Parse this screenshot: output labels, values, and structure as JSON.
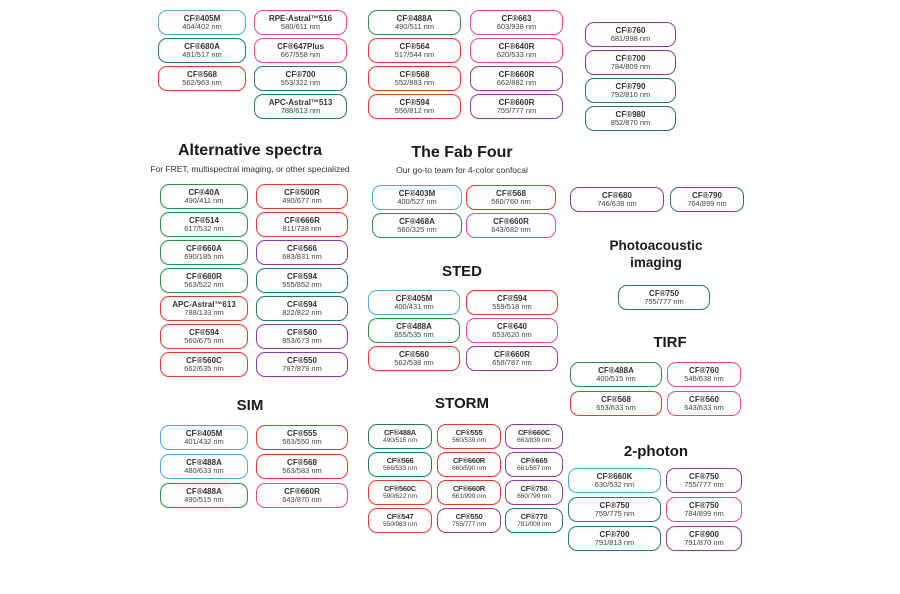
{
  "page": {
    "background": "#ffffff"
  },
  "palette": {
    "blue": "#4FA8DC",
    "green": "#2E8B50",
    "teal": "#217A6E",
    "red": "#E2392F",
    "pink": "#E8488F",
    "purple": "#8A3E9C"
  },
  "chart_data": {
    "type": "table",
    "description": "CF dye fluorophore selection chart grouped by imaging application; each entry shows dye name and excitation/emission wavelengths in nm",
    "sections": [
      {
        "id": "top",
        "title": "",
        "columns": [
          [
            {
              "name": "CF®405M",
              "ex_em": "404/402 nm",
              "color": "blue"
            },
            {
              "name": "CF®680A",
              "ex_em": "491/517 nm",
              "color": "teal"
            },
            {
              "name": "CF®568",
              "ex_em": "562/963 nm",
              "color": "red"
            }
          ],
          [
            {
              "name": "RPE-Astral™516",
              "ex_em": "580/611 nm",
              "color": "pink"
            },
            {
              "name": "CF®647Plus",
              "ex_em": "667/558 nm",
              "color": "pink"
            },
            {
              "name": "CF®700",
              "ex_em": "553/322 nm",
              "color": "teal"
            },
            {
              "name": "APC-Astral™513",
              "ex_em": "788/613 nm",
              "color": "teal"
            }
          ],
          [
            {
              "name": "CF®488A",
              "ex_em": "490/511 nm",
              "color": "green"
            },
            {
              "name": "CF®564",
              "ex_em": "517/544 nm",
              "color": "red"
            },
            {
              "name": "CF®568",
              "ex_em": "552/883 nm",
              "color": "red"
            },
            {
              "name": "CF®594",
              "ex_em": "556/812 nm",
              "color": "red"
            }
          ],
          [
            {
              "name": "CF®663",
              "ex_em": "603/938 nm",
              "color": "pink"
            },
            {
              "name": "CF®640R",
              "ex_em": "620/533 nm",
              "color": "pink"
            },
            {
              "name": "CF®660R",
              "ex_em": "662/882 nm",
              "color": "purple"
            },
            {
              "name": "CF®660R",
              "ex_em": "755/777 nm",
              "color": "purple"
            }
          ],
          [
            {
              "name": "CF®760",
              "ex_em": "681/998 nm",
              "color": "purple"
            },
            {
              "name": "CF®700",
              "ex_em": "784/809 nm",
              "color": "purple"
            },
            {
              "name": "CF®790",
              "ex_em": "792/810 nm",
              "color": "teal"
            },
            {
              "name": "CF®980",
              "ex_em": "852/870 nm",
              "color": "teal"
            }
          ]
        ]
      },
      {
        "id": "alternative",
        "title": "Alternative spectra",
        "subtitle": "For FRET, multispectral imaging, or other specialized",
        "columns": [
          [
            {
              "name": "CF®40A",
              "ex_em": "490/411 nm",
              "color": "green"
            },
            {
              "name": "CF®514",
              "ex_em": "617/532 nm",
              "color": "green"
            },
            {
              "name": "CF®660A",
              "ex_em": "690/185 nm",
              "color": "green"
            },
            {
              "name": "CF®660R",
              "ex_em": "563/522 nm",
              "color": "green"
            },
            {
              "name": "APC-Astral™613",
              "ex_em": "788/133 nm",
              "color": "red"
            },
            {
              "name": "CF®594",
              "ex_em": "560/675 nm",
              "color": "red"
            },
            {
              "name": "CF®560C",
              "ex_em": "662/635 nm",
              "color": "red"
            }
          ],
          [
            {
              "name": "CF®500R",
              "ex_em": "490/677 nm",
              "color": "red"
            },
            {
              "name": "CF®666R",
              "ex_em": "811/738 nm",
              "color": "red"
            },
            {
              "name": "CF®566",
              "ex_em": "683/831 nm",
              "color": "purple"
            },
            {
              "name": "CF®594",
              "ex_em": "555/852 nm",
              "color": "teal"
            },
            {
              "name": "CF®594",
              "ex_em": "822/822 nm",
              "color": "teal"
            },
            {
              "name": "CF®560",
              "ex_em": "853/673 nm",
              "color": "purple"
            },
            {
              "name": "CF®550",
              "ex_em": "797/879 nm",
              "color": "purple"
            }
          ]
        ]
      },
      {
        "id": "fabfour",
        "title": "The Fab Four",
        "subtitle": "Our go-to team for 4-color confocal",
        "columns": [
          [
            {
              "name": "CF®403M",
              "ex_em": "400/527 nm",
              "color": "blue"
            },
            {
              "name": "CF®468A",
              "ex_em": "560/325 nm",
              "color": "green"
            }
          ],
          [
            {
              "name": "CF®568",
              "ex_em": "560/760 nm",
              "color": "red"
            },
            {
              "name": "CF®660R",
              "ex_em": "643/682 nm",
              "color": "pink"
            }
          ]
        ]
      },
      {
        "id": "sted",
        "title": "STED",
        "columns": [
          [
            {
              "name": "CF®405M",
              "ex_em": "400/431 nm",
              "color": "blue"
            },
            {
              "name": "CF®488A",
              "ex_em": "855/535 nm",
              "color": "green"
            },
            {
              "name": "CF®560",
              "ex_em": "562/538 nm",
              "color": "red"
            }
          ],
          [
            {
              "name": "CF®594",
              "ex_em": "559/518 nm",
              "color": "red"
            },
            {
              "name": "CF®640",
              "ex_em": "653/620 nm",
              "color": "pink"
            },
            {
              "name": "CF®660R",
              "ex_em": "658/787 nm",
              "color": "purple"
            }
          ]
        ]
      },
      {
        "id": "sim",
        "title": "SIM",
        "columns": [
          [
            {
              "name": "CF®405M",
              "ex_em": "401/432 nm",
              "color": "blue"
            },
            {
              "name": "CF®488A",
              "ex_em": "480/633 nm",
              "color": "blue"
            },
            {
              "name": "CF®488A",
              "ex_em": "490/515 nm",
              "color": "green"
            }
          ],
          [
            {
              "name": "CF®555",
              "ex_em": "563/550 nm",
              "color": "red"
            },
            {
              "name": "CF®568",
              "ex_em": "563/583 nm",
              "color": "red"
            },
            {
              "name": "CF®660R",
              "ex_em": "643/870 nm",
              "color": "pink"
            }
          ]
        ]
      },
      {
        "id": "storm",
        "title": "STORM",
        "columns": [
          [
            {
              "name": "CF®488A",
              "ex_em": "490/515 nm",
              "color": "teal"
            },
            {
              "name": "CF®566",
              "ex_em": "566/533 nm",
              "color": "teal"
            },
            {
              "name": "CF®560C",
              "ex_em": "590/622 nm",
              "color": "red"
            },
            {
              "name": "CF®547",
              "ex_em": "550/983 nm",
              "color": "red"
            }
          ],
          [
            {
              "name": "CF®555",
              "ex_em": "560/539 nm",
              "color": "red"
            },
            {
              "name": "CF®660R",
              "ex_em": "660/590 nm",
              "color": "red"
            },
            {
              "name": "CF®660R",
              "ex_em": "661/999 nm",
              "color": "red"
            },
            {
              "name": "CF®550",
              "ex_em": "755/777 nm",
              "color": "purple"
            }
          ],
          [
            {
              "name": "CF®660C",
              "ex_em": "663/839 nm",
              "color": "purple"
            },
            {
              "name": "CF®665",
              "ex_em": "661/587 nm",
              "color": "purple"
            },
            {
              "name": "CF®750",
              "ex_em": "660/799 nm",
              "color": "purple"
            },
            {
              "name": "CF®770",
              "ex_em": "781/009 nm",
              "color": "teal"
            }
          ]
        ]
      },
      {
        "id": "nir_pair",
        "title": "",
        "columns": [
          [
            {
              "name": "CF®680",
              "ex_em": "746/638 nm",
              "color": "purple"
            }
          ],
          [
            {
              "name": "CF®790",
              "ex_em": "764/899 nm",
              "color": "teal"
            }
          ]
        ]
      },
      {
        "id": "photoacoustic",
        "title": "Photoacoustic imaging",
        "columns": [
          [
            {
              "name": "CF®750",
              "ex_em": "755/777 nm",
              "color": "teal"
            }
          ]
        ]
      },
      {
        "id": "tirf",
        "title": "TIRF",
        "columns": [
          [
            {
              "name": "CF®488A",
              "ex_em": "400/515 nm",
              "color": "green"
            },
            {
              "name": "CF®568",
              "ex_em": "653/633 nm",
              "color": "red"
            }
          ],
          [
            {
              "name": "CF®760",
              "ex_em": "546/638 nm",
              "color": "pink"
            },
            {
              "name": "CF®560",
              "ex_em": "643/633 nm",
              "color": "pink"
            }
          ]
        ]
      },
      {
        "id": "twophoton",
        "title": "2-photon",
        "columns": [
          [
            {
              "name": "CF®660K",
              "ex_em": "630/532 nm",
              "color": "blue"
            },
            {
              "name": "CF®750",
              "ex_em": "759/775 nm",
              "color": "teal"
            },
            {
              "name": "CF®700",
              "ex_em": "791/813 nm",
              "color": "teal"
            }
          ],
          [
            {
              "name": "CF®750",
              "ex_em": "755/777 nm",
              "color": "purple"
            },
            {
              "name": "CF®750",
              "ex_em": "784/899 nm",
              "color": "pink"
            },
            {
              "name": "CF®900",
              "ex_em": "791/870 nm",
              "color": "purple"
            }
          ]
        ]
      }
    ]
  }
}
